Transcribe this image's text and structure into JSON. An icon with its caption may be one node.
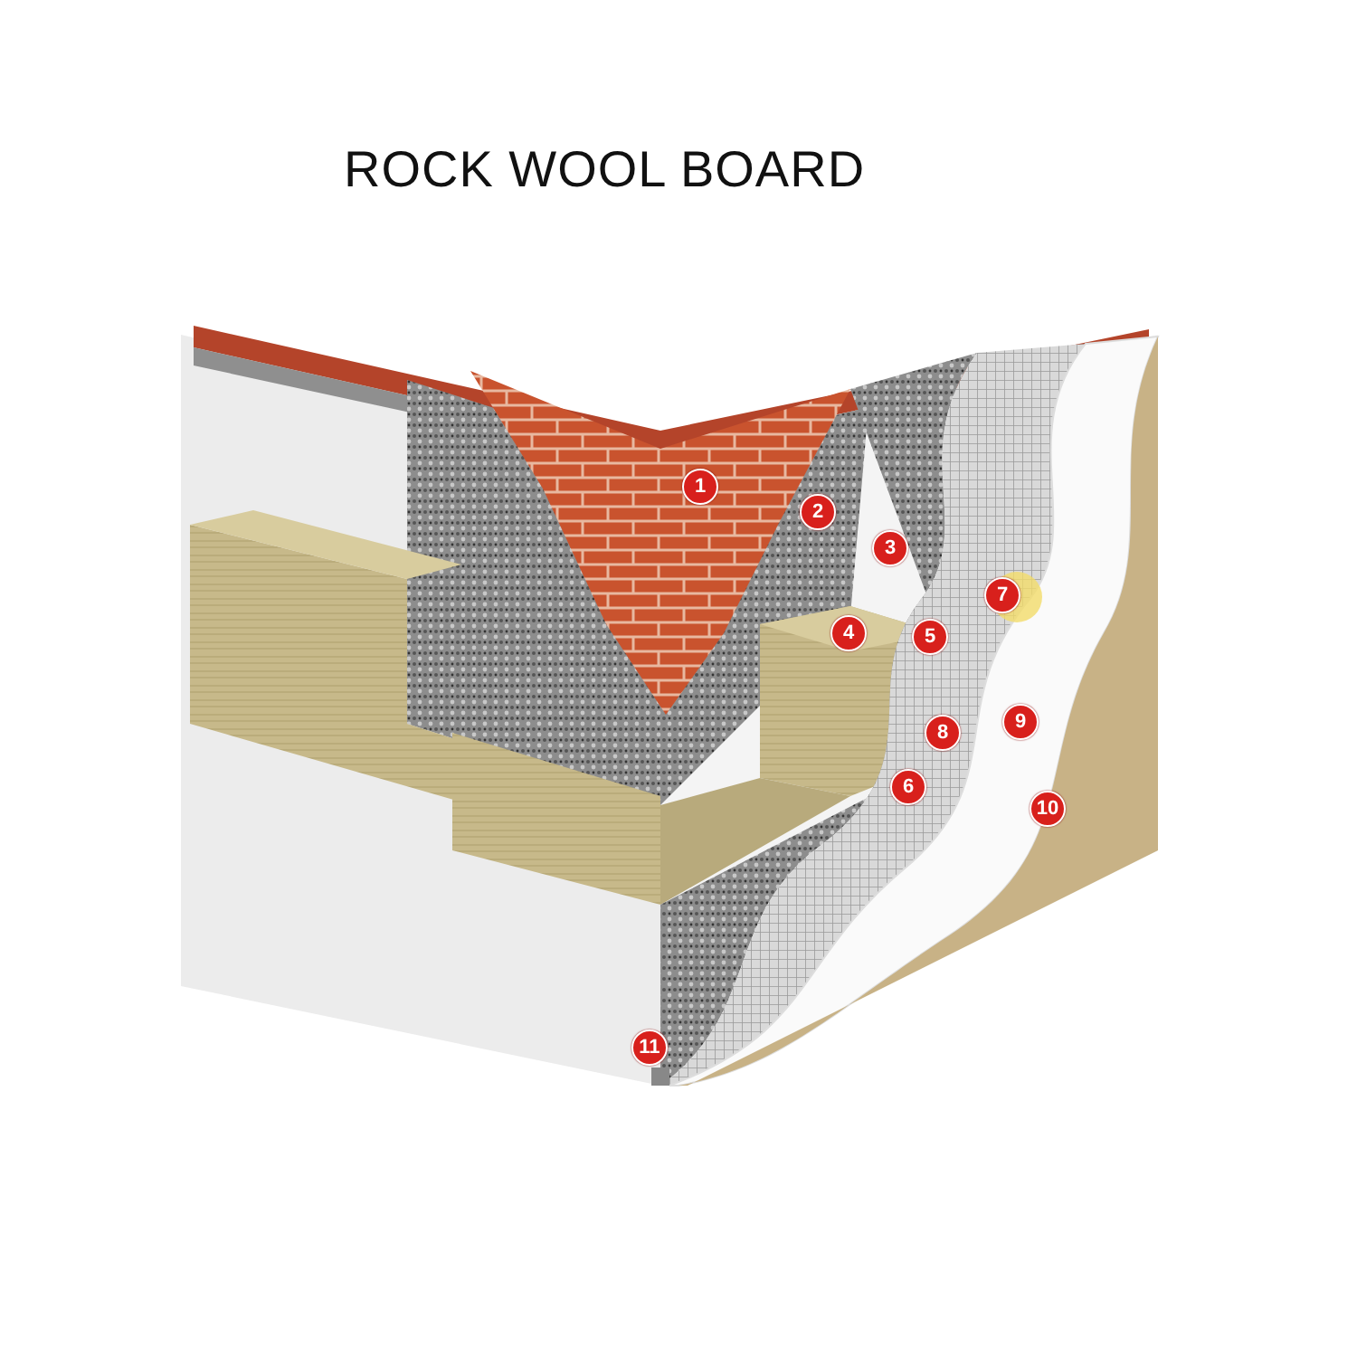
{
  "diagram": {
    "title": "ROCK WOOL BOARD",
    "labels": [
      "1",
      "2",
      "3",
      "4",
      "5",
      "6",
      "7",
      "8",
      "9",
      "10",
      "11"
    ]
  }
}
